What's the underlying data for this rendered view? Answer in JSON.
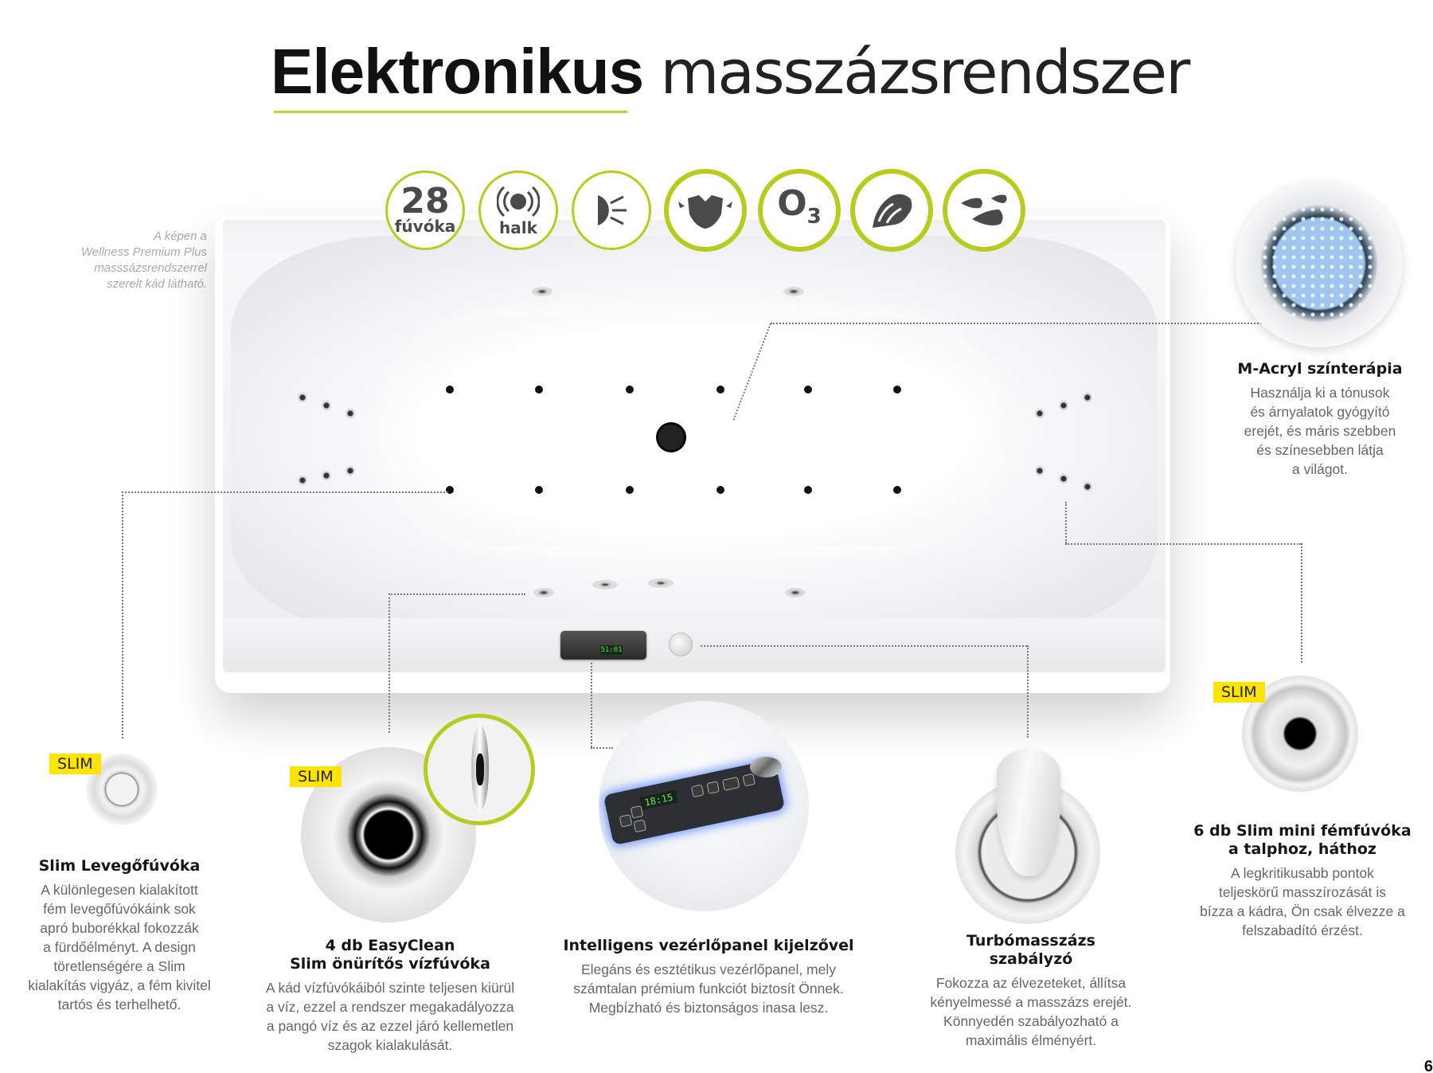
{
  "header": {
    "title_bold": "Elektronikus",
    "title_light": "masszázsrendszer",
    "accent_color": "#c5d52b"
  },
  "image_caption": {
    "lines": [
      "A képen a",
      "Wellness Premium Plus",
      "masssázsrendszerrel",
      "szerelt kád látható."
    ]
  },
  "feature_icons": [
    {
      "icon": "28-jets-icon",
      "big": "28",
      "small": "fúvóka"
    },
    {
      "icon": "quiet-sound-icon",
      "small": "halk"
    },
    {
      "icon": "light-icon"
    },
    {
      "icon": "back-massage-icon"
    },
    {
      "icon": "ozone-icon",
      "big": "O",
      "sub": "3"
    },
    {
      "icon": "air-bubble-icon"
    },
    {
      "icon": "water-drops-icon"
    }
  ],
  "control_panel_display": "51:01",
  "panel_photo_display": "18:15",
  "slim_tag": "SLIM",
  "sections": {
    "color_therapy": {
      "title": "M-Acryl színterápia",
      "lines": [
        "Használja ki a tónusok",
        "és árnyalatok gyógyító",
        "erejét, és máris szebben",
        "és színesebben látja",
        "a világot."
      ]
    },
    "air_jets": {
      "title": "Slim Levegőfúvóka",
      "lines": [
        "A különlegesen kialakított",
        "fém levegőfúvókáink sok",
        "apró buborékkal fokozzák",
        "a fürdőélményt. A design",
        "töretlenségére a Slim",
        "kialakítás vigyáz, a fém kivitel",
        "tartós és terhelhető."
      ]
    },
    "water_jets": {
      "title_lines": [
        "4 db EasyClean",
        "Slim önürítős vízfúvóka"
      ],
      "lines": [
        "A kád vízfúvókáiból szinte teljesen kiürül",
        "a víz, ezzel a rendszer megakadályozza",
        "a pangó víz és az ezzel járó kellemetlen",
        "szagok kialakulását."
      ]
    },
    "control_panel": {
      "title": "Intelligens vezérlőpanel kijelzővel",
      "lines": [
        "Elegáns és esztétikus vezérlőpanel, mely",
        "számtalan prémium funkciót biztosít Önnek.",
        "Megbízható és biztonságos inasa lesz."
      ]
    },
    "turbo": {
      "title_lines": [
        "Turbómasszázs",
        "szabályzó"
      ],
      "lines": [
        "Fokozza az élvezeteket, állítsa",
        "kényelmessé a masszázs erejét.",
        "Könnyedén szabályozható a",
        "maximális élményért."
      ]
    },
    "mini_jets": {
      "title_lines": [
        "6 db Slim mini fémfúvóka",
        "a talphoz, háthoz"
      ],
      "lines": [
        "A legkritikusabb pontok",
        "teljeskörű masszírozását is",
        "bízza a kádra, Ön csak élvezze a",
        "felszabadító érzést."
      ]
    }
  },
  "page_number": "6"
}
